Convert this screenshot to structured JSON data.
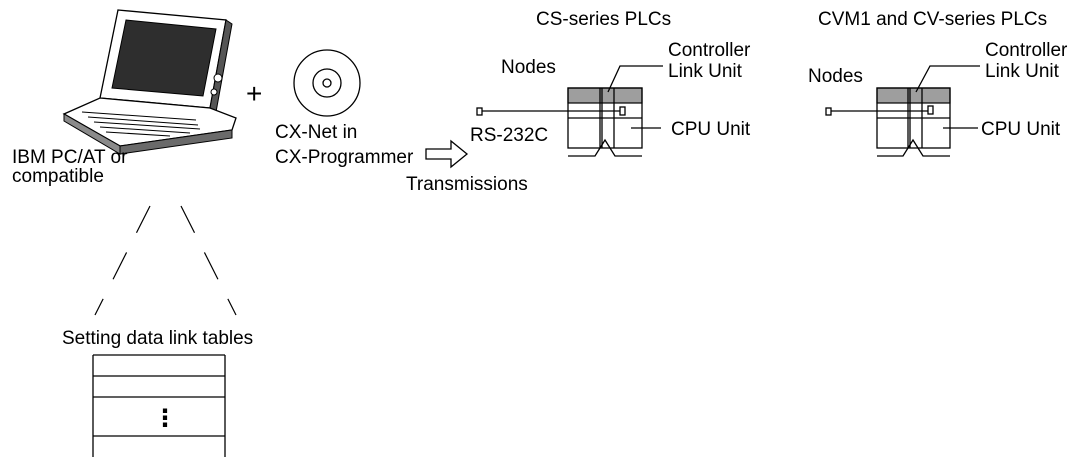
{
  "computer": {
    "label_line1": "IBM PC/AT or",
    "label_line2": "compatible"
  },
  "plus_sign": "+",
  "software": {
    "label_line1": "CX-Net in",
    "label_line2": "CX-Programmer"
  },
  "transmissions_label": "Transmissions",
  "data_link_tables": {
    "title": "Setting data link tables",
    "ellipsis": "⋮"
  },
  "cs_series": {
    "title": "CS-series PLCs",
    "nodes_label": "Nodes",
    "controller_link_line1": "Controller",
    "controller_link_line2": "Link Unit",
    "cpu_unit_label": "CPU Unit",
    "rs232c_label": "RS-232C"
  },
  "cv_series": {
    "title": "CVM1 and CV-series PLCs",
    "nodes_label": "Nodes",
    "controller_link_line1": "Controller",
    "controller_link_line2": "Link Unit",
    "cpu_unit_label": "CPU Unit"
  }
}
